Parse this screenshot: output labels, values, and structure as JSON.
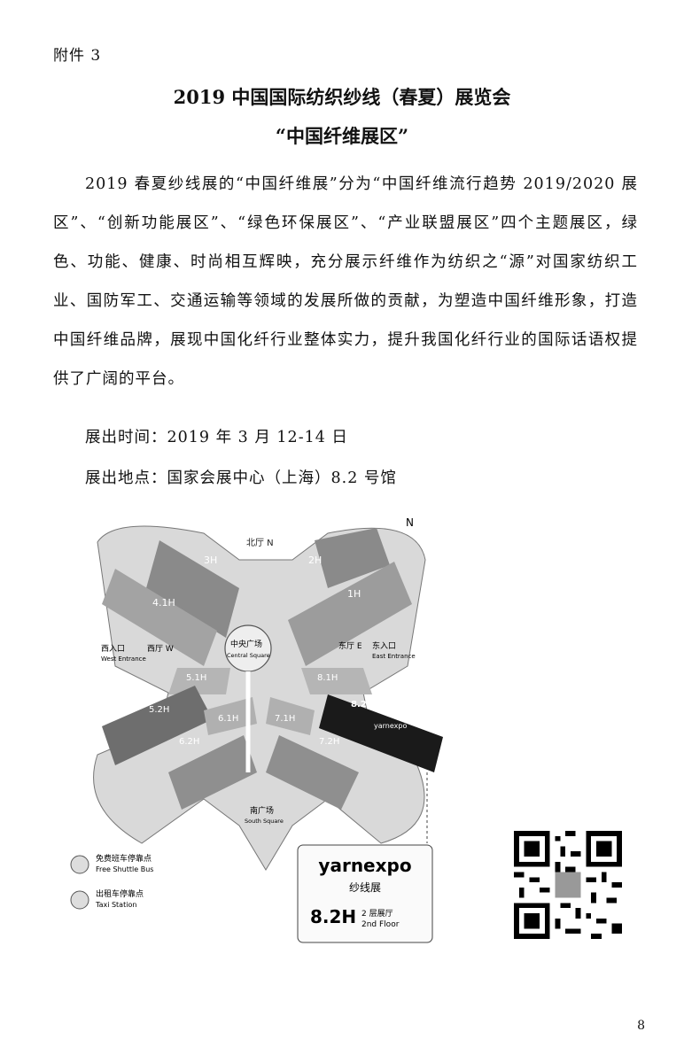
{
  "annex_label": "附件 3",
  "title": "2019 中国国际纺织纱线（春夏）展览会",
  "subtitle": "“中国纤维展区”",
  "paragraph": "2019 春夏纱线展的“中国纤维展”分为“中国纤维流行趋势 2019/2020 展区”、“创新功能展区”、“绿色环保展区”、“产业联盟展区”四个主题展区，绿色、功能、健康、时尚相互辉映，充分展示纤维作为纺织之“源”对国家纺织工业、国防军工、交通运输等领域的发展所做的贡献，为塑造中国纤维形象，打造中国纤维品牌，展现中国化纤行业整体实力，提升我国化纤行业的国际话语权提供了广阔的平台。",
  "exhibition_time": "展出时间：2019 年 3 月 12-14 日",
  "exhibition_venue": "展出地点：国家会展中心（上海）8.2 号馆",
  "map": {
    "compass": "N",
    "north_hall": "北厅 N",
    "west_entrance_cn": "西入口",
    "west_entrance_en": "West Entrance",
    "west_hall": "西厅 W",
    "east_hall": "东厅 E",
    "east_entrance_cn": "东入口",
    "east_entrance_en": "East Entrance",
    "central_square_cn": "中央广场",
    "central_square_en": "Central Square",
    "south_square_cn": "南广场",
    "south_square_en": "South Square",
    "halls": [
      "1H",
      "2H",
      "3H",
      "4.1H",
      "5.1H",
      "5.2H",
      "6.1H",
      "6.2H",
      "7.1H",
      "7.2H",
      "8.1H",
      "8.2H"
    ],
    "yarnexpo_mark": "yarnexpo",
    "legend_bus_cn": "免费班车停靠点",
    "legend_bus_en": "Free Shuttle Bus",
    "legend_taxi_cn": "出租车停靠点",
    "legend_taxi_en": "Taxi Station",
    "callout_brand": "yarnexpo",
    "callout_cn": "纱线展",
    "callout_hall": "8.2H",
    "callout_floor_cn": "2 层展厅",
    "callout_floor_en": "2nd Floor"
  },
  "page_number": "8",
  "colors": {
    "text": "#111111",
    "highlight_hall": "#1a1a1a",
    "hall_gray": "#8a8a8a",
    "floor_gray": "#d6d6d6"
  }
}
